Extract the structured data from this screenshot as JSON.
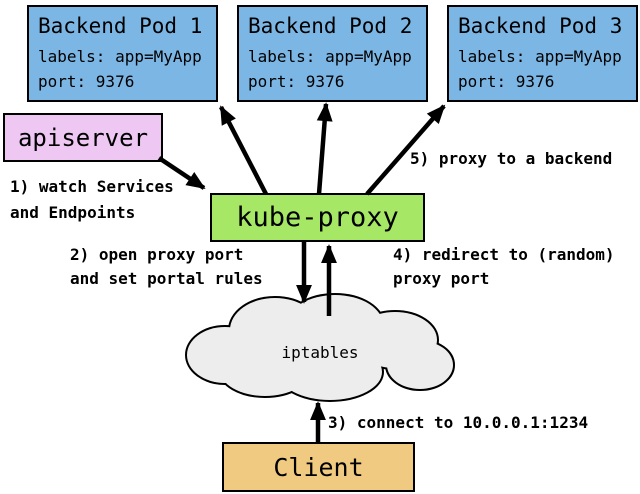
{
  "colors": {
    "background": "#ffffff",
    "pod_fill": "#7cb6e4",
    "apiserver_fill": "#efc7f3",
    "kube_proxy_fill": "#a6e765",
    "iptables_fill": "#ededed",
    "client_fill": "#f0ca80",
    "outline": "#000000"
  },
  "pods": [
    {
      "title": "Backend Pod 1",
      "labels_line": "labels: app=MyApp",
      "port_line": "port: 9376"
    },
    {
      "title": "Backend Pod 2",
      "labels_line": "labels: app=MyApp",
      "port_line": "port: 9376"
    },
    {
      "title": "Backend Pod 3",
      "labels_line": "labels: app=MyApp",
      "port_line": "port: 9376"
    }
  ],
  "nodes": {
    "apiserver": "apiserver",
    "kube_proxy": "kube-proxy",
    "iptables": "iptables",
    "client": "Client"
  },
  "annotations": {
    "step1_line1": "1) watch Services",
    "step1_line2": "and Endpoints",
    "step2_line1": "2) open proxy port",
    "step2_line2": "and set portal rules",
    "step3": "3) connect to 10.0.0.1:1234",
    "step4_line1": "4) redirect to (random)",
    "step4_line2": "proxy port",
    "step5": "5) proxy to a backend"
  }
}
